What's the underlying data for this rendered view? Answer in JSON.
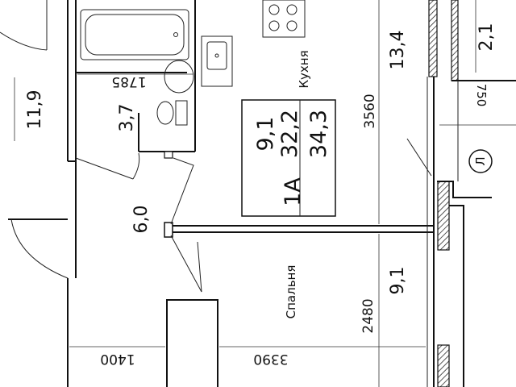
{
  "rooms": {
    "kitchen_label": "Кухня",
    "bedroom_label": "Спальня"
  },
  "apartment": {
    "type_code": "1А",
    "living_area": "9,1",
    "area_a": "32,2",
    "area_b": "34,3"
  },
  "area_labels": {
    "left_room": "11,9",
    "bathroom": "3,7",
    "hall": "6,0",
    "kitchen": "13,4",
    "balcony_top": "2,1",
    "bedroom": "9,1"
  },
  "dimensions": {
    "bath_width": "1785",
    "kitchen_depth": "3560",
    "balcony_width": "750",
    "bedroom_depth": "2480",
    "hall_width": "1400",
    "bedroom_width": "3390"
  },
  "markers": {
    "loggia_mark": "Л"
  }
}
